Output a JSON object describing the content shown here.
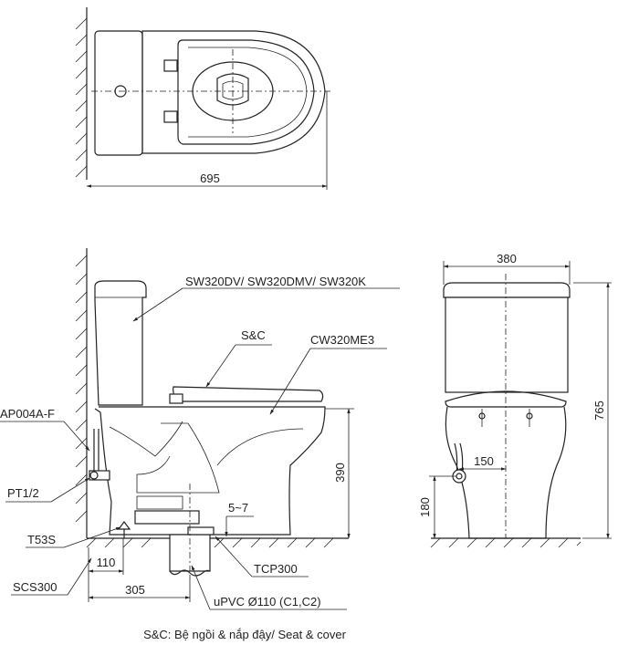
{
  "top_view": {
    "width_dim": "695"
  },
  "side_view": {
    "tank_model": "SW320DV/ SW320DMV/ SW320K",
    "seat_label": "S&C",
    "bowl_model": "CW320ME3",
    "valve_label": "AP004A-F",
    "pipe_thread": "PT1/2",
    "trap_label": "T53S",
    "anchor_label": "SCS300",
    "flange_label": "TCP300",
    "pipe_label": "uPVC Ø110 (C1,C2)",
    "dim_seat_height": "390",
    "dim_gap": "5~7",
    "dim_inlet_offset": "110",
    "dim_rough_in": "305"
  },
  "front_view": {
    "dim_width": "380",
    "dim_height": "765",
    "dim_inlet_width": "150",
    "dim_inlet_height": "180"
  },
  "caption": "S&C: Bệ ngồi & nắp đậy/ Seat & cover"
}
